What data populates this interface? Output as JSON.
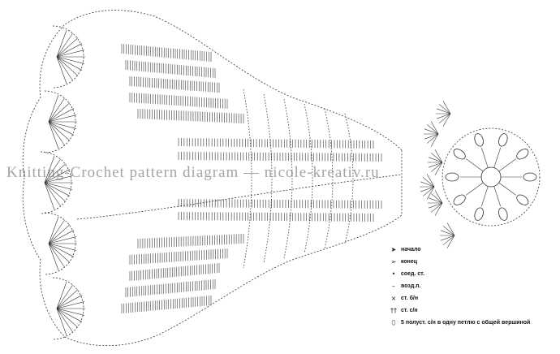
{
  "watermark": "Knitting-Crochet pattern diagram — nicole-kreativ.ru",
  "legend": [
    {
      "icon": "arrowhead-icon",
      "glyph": "➤",
      "label": "начало"
    },
    {
      "icon": "open-arrowhead-icon",
      "glyph": "➢",
      "label": "конец"
    },
    {
      "icon": "dot-icon",
      "glyph": "•",
      "label": "соед. ст."
    },
    {
      "icon": "dash-icon",
      "glyph": "–",
      "label": "возд.п."
    },
    {
      "icon": "cross-icon",
      "glyph": "×",
      "label": "ст. б/н"
    },
    {
      "icon": "double-t-icon",
      "glyph": "††",
      "label": "ст. с/н"
    },
    {
      "icon": "oval-icon",
      "glyph": "⬯",
      "label": "5 полуст. с/н в одну петлю с общей вершиной"
    }
  ],
  "colors": {
    "ink": "#333333",
    "background": "#ffffff"
  }
}
